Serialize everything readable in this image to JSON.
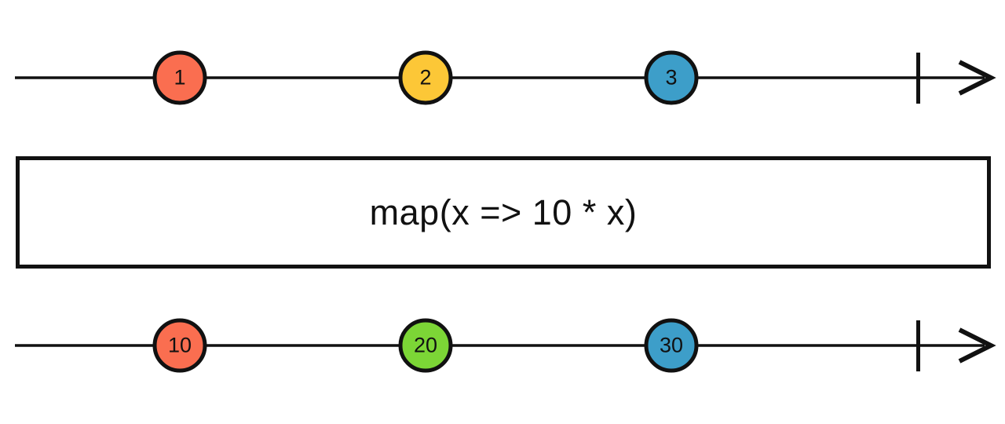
{
  "diagram": {
    "type": "rx-marble-diagram",
    "operator": {
      "label": "map(x => 10 * x)"
    },
    "streams": {
      "input": {
        "marbles": [
          {
            "value": "1",
            "color": "#FA6E50"
          },
          {
            "value": "2",
            "color": "#FCC737"
          },
          {
            "value": "3",
            "color": "#3D9EC9"
          }
        ]
      },
      "output": {
        "marbles": [
          {
            "value": "10",
            "color": "#FA6E50"
          },
          {
            "value": "20",
            "color": "#7CD636"
          },
          {
            "value": "30",
            "color": "#3D9EC9"
          }
        ]
      }
    },
    "colors": {
      "stroke": "#111111",
      "background": "#FFFFFF"
    }
  }
}
